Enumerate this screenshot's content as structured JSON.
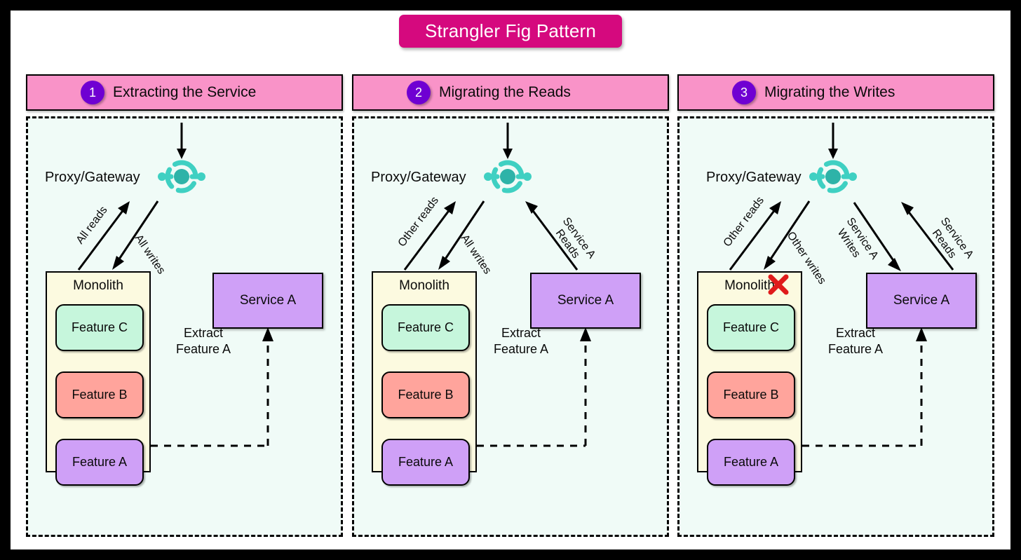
{
  "title": "Strangler Fig Pattern",
  "colors": {
    "title_bg": "#D5097E",
    "panel_header_bg": "#F993C8",
    "badge": "#6F00D2",
    "panel_bg": "#F0FBF7",
    "monolith": "#FCFAE0",
    "feature_c": "#C6F6DC",
    "feature_b": "#FFA49C",
    "feature_a": "#CFA0F7",
    "service": "#CFA0F7",
    "gateway": "#3FD0C2",
    "x_mark": "#E01B1B"
  },
  "common": {
    "gateway_label": "Proxy/Gateway",
    "gateway_icon": "gateway-icon",
    "monolith_label": "Monolith",
    "service_label": "Service A",
    "extract_label": "Extract Feature A",
    "features": [
      {
        "id": "c",
        "label": "Feature C"
      },
      {
        "id": "b",
        "label": "Feature B"
      },
      {
        "id": "a",
        "label": "Feature A"
      }
    ]
  },
  "panels": [
    {
      "step": "1",
      "title": "Extracting the Service",
      "gateway_label": "Proxy/Gateway",
      "monolith_label": "Monolith",
      "service_label": "Service A",
      "extract_label": "Extract Feature A",
      "features": [
        {
          "label": "Feature C"
        },
        {
          "label": "Feature B"
        },
        {
          "label": "Feature A"
        }
      ],
      "arrows": [
        {
          "name": "monolith-reads",
          "label": "All reads",
          "direction": "up"
        },
        {
          "name": "monolith-writes",
          "label": "All writes",
          "direction": "down"
        }
      ],
      "service_arrows": [],
      "feature_a_removed": false
    },
    {
      "step": "2",
      "title": "Migrating the Reads",
      "gateway_label": "Proxy/Gateway",
      "monolith_label": "Monolith",
      "service_label": "Service A",
      "extract_label": "Extract Feature A",
      "features": [
        {
          "label": "Feature C"
        },
        {
          "label": "Feature B"
        },
        {
          "label": "Feature A"
        }
      ],
      "arrows": [
        {
          "name": "monolith-reads",
          "label": "Other reads",
          "direction": "up"
        },
        {
          "name": "monolith-writes",
          "label": "All writes",
          "direction": "down"
        }
      ],
      "service_arrows": [
        {
          "name": "service-reads",
          "label_line1": "Service A",
          "label_line2": "Reads",
          "direction": "up"
        }
      ],
      "feature_a_removed": false
    },
    {
      "step": "3",
      "title": "Migrating the Writes",
      "gateway_label": "Proxy/Gateway",
      "monolith_label": "Monolith",
      "service_label": "Service A",
      "extract_label": "Extract Feature A",
      "features": [
        {
          "label": "Feature C"
        },
        {
          "label": "Feature B"
        },
        {
          "label": "Feature A"
        }
      ],
      "arrows": [
        {
          "name": "monolith-reads",
          "label": "Other reads",
          "direction": "up"
        },
        {
          "name": "monolith-writes",
          "label": "Other writes",
          "direction": "down"
        }
      ],
      "service_arrows": [
        {
          "name": "service-writes",
          "label_line1": "Service A",
          "label_line2": "Writes",
          "direction": "down"
        },
        {
          "name": "service-reads",
          "label_line1": "Service A",
          "label_line2": "Reads",
          "direction": "up"
        }
      ],
      "feature_a_removed": true,
      "x_mark": "x-mark"
    }
  ]
}
